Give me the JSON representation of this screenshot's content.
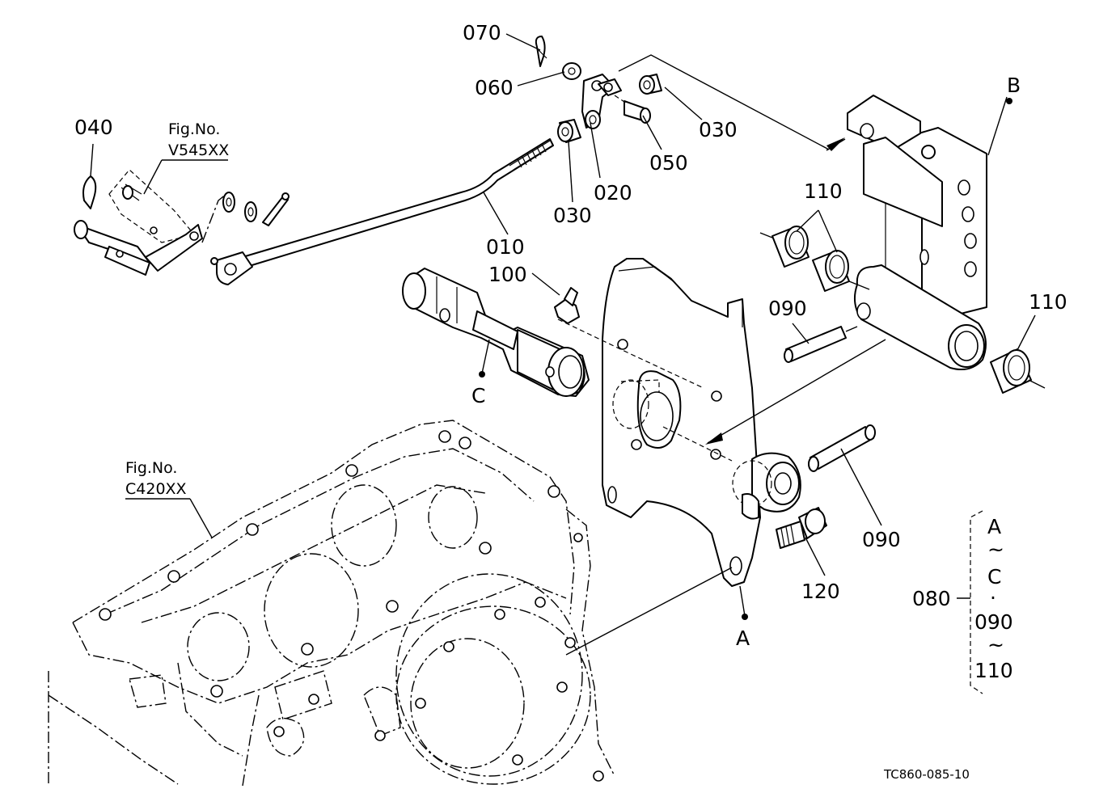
{
  "labels": {
    "p070": "070",
    "p060": "060",
    "p030a": "030",
    "p050": "050",
    "p020": "020",
    "p030b": "030",
    "p010": "010",
    "p040": "040",
    "p100": "100",
    "p090a": "090",
    "p090b": "090",
    "p110a": "110",
    "p110b": "110",
    "p120": "120",
    "ref_a": "A",
    "ref_b": "B",
    "ref_c": "C"
  },
  "fig_refs": {
    "v545_title": "Fig.No.",
    "v545_code": "V545XX",
    "c420_title": "Fig.No.",
    "c420_code": "C420XX"
  },
  "assembly_note": {
    "part": "080",
    "line1": "A",
    "line2": "~",
    "line3": "C",
    "line4": "·",
    "line5": "090",
    "line6": "~",
    "line7": "110"
  },
  "drawing_code": "TC860-085-10"
}
